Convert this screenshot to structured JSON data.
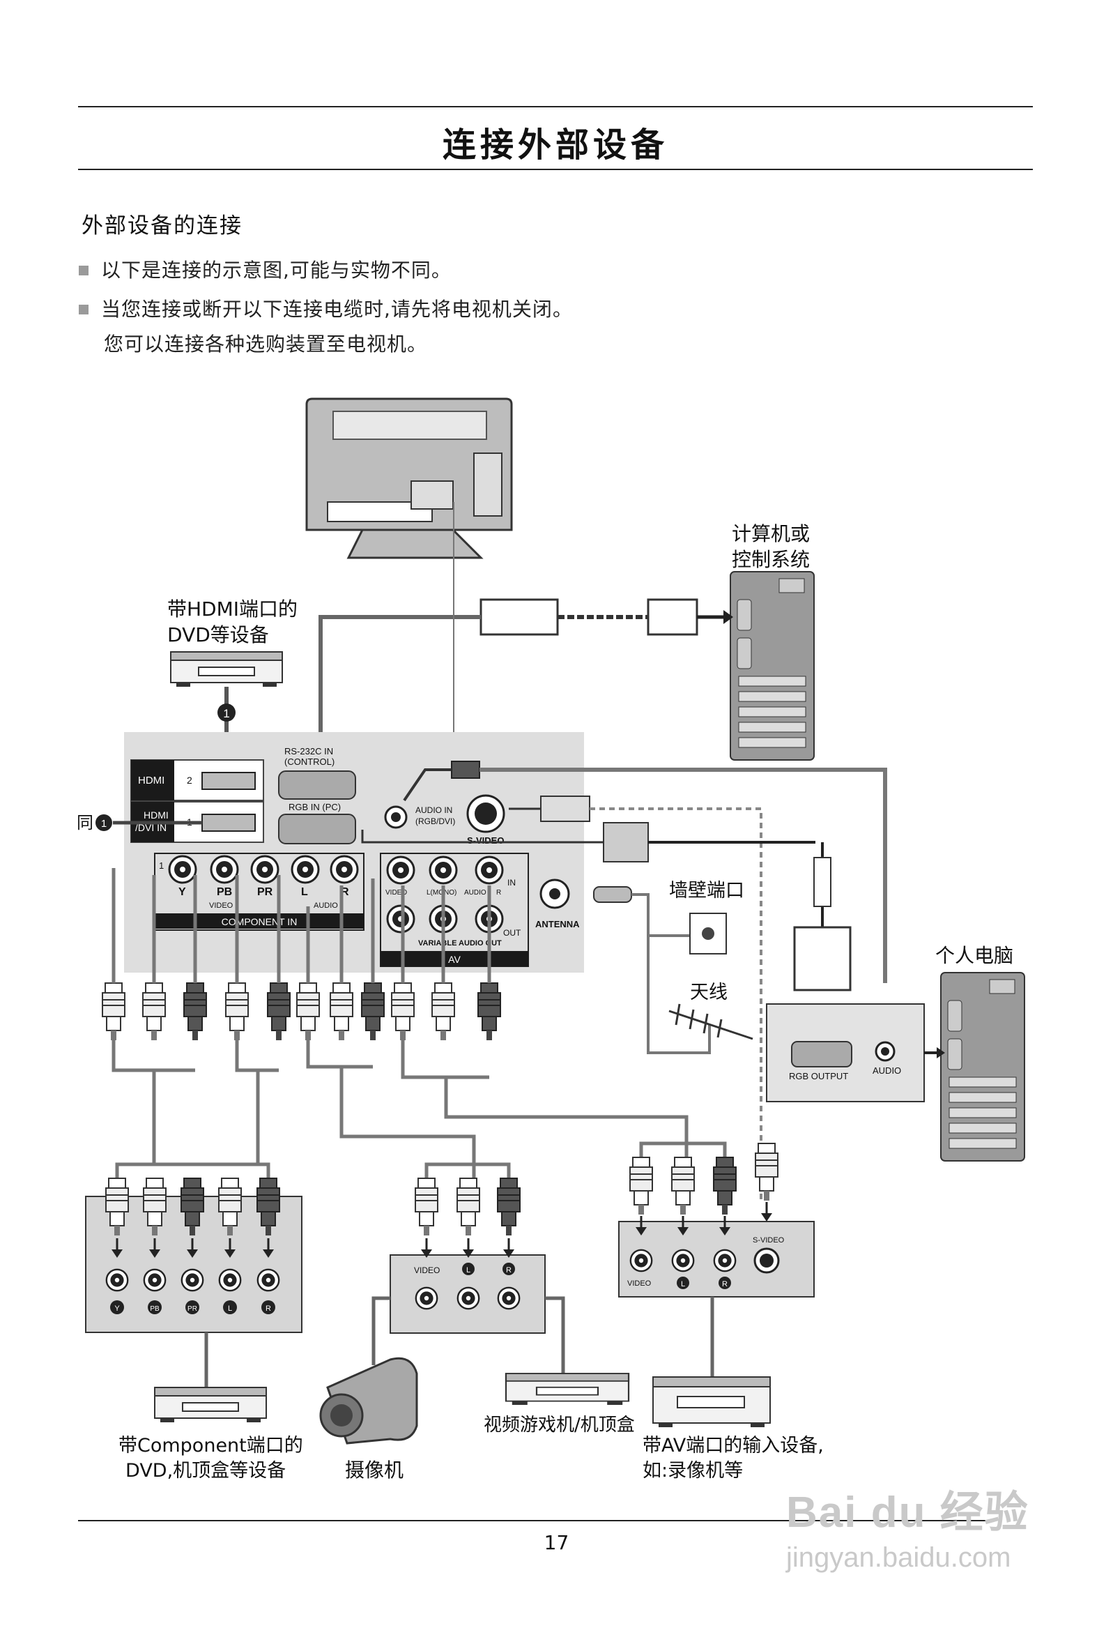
{
  "page": {
    "title": "连接外部设备",
    "section_title": "外部设备的连接",
    "bullets": [
      "以下是连接的示意图,可能与实物不同。",
      "当您连接或断开以下连接电缆时,请先将电视机关闭。"
    ],
    "bullet_continuation": "您可以连接各种选购装置至电视机。",
    "page_number": "17"
  },
  "diagram": {
    "devices": {
      "computer_control": [
        "计算机或",
        "控制系统"
      ],
      "hdmi_dvd": [
        "带HDMI端口的",
        "DVD等设备"
      ],
      "same_marker": "同",
      "marker_number": "1",
      "wall_port": "墙壁端口",
      "antenna": "天线",
      "pc": "个人电脑",
      "component_device": [
        "带Component端口的",
        "DVD,机顶盒等设备"
      ],
      "camcorder": "摄像机",
      "game_console": "视频游戏机/机顶盒",
      "av_device": [
        "带AV端口的输入设备,",
        "如:录像机等"
      ]
    },
    "panel": {
      "hdmi2": "HDMI",
      "hdmi2_num": "2",
      "hdmi1": [
        "HDMI",
        "/DVI IN"
      ],
      "hdmi1_num": "1",
      "rs232": [
        "RS-232C IN",
        "(CONTROL)"
      ],
      "rgb_in": "RGB IN   (PC)",
      "audio_in": [
        "AUDIO IN",
        "(RGB/DVI)"
      ],
      "s_video": "S-VIDEO",
      "component_jacks": [
        "Y",
        "PB",
        "PR",
        "L",
        "R"
      ],
      "component_sub": [
        "VIDEO",
        "AUDIO"
      ],
      "component_in": "COMPONENT IN",
      "component_num": "1",
      "av_row": [
        "VIDEO",
        "L(MONO)",
        "AUDIO",
        "R"
      ],
      "av_in": "IN",
      "av_out": "OUT",
      "variable_audio_out": "VARIABLE AUDIO OUT",
      "av_label": "AV",
      "antenna": "ANTENNA"
    },
    "pc_panel": {
      "rgb_output": "RGB OUTPUT",
      "audio": "AUDIO"
    },
    "component_box_jacks": [
      "Y",
      "PB",
      "PR",
      "L",
      "R"
    ],
    "cam_box_jacks": [
      "VIDEO",
      "L",
      "R"
    ],
    "av_box_jacks": [
      "VIDEO",
      "L",
      "R",
      "S-VIDEO"
    ]
  },
  "watermark": {
    "logo": "Bai du 经验",
    "url": "jingyan.baidu.com"
  }
}
